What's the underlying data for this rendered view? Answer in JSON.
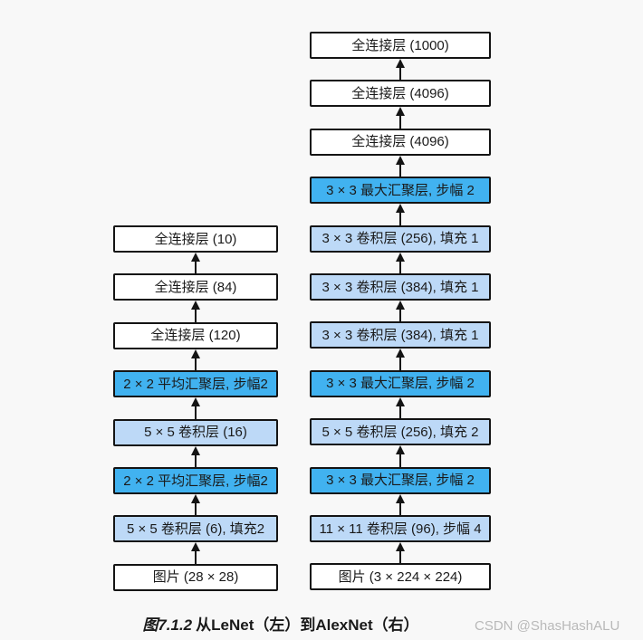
{
  "background": "#f8f8f8",
  "colors": {
    "input_fc_fill": "#ffffff",
    "conv_fill": "#bdd9f7",
    "pool_fill": "#41b2f0",
    "border": "#141414",
    "text": "#1a1a1a",
    "watermark_text": "#b9b9b9"
  },
  "diagram": {
    "left_network": {
      "name": "LeNet",
      "layers": [
        {
          "label": "全连接层 (10)",
          "type": "fc"
        },
        {
          "label": "全连接层 (84)",
          "type": "fc"
        },
        {
          "label": "全连接层 (120)",
          "type": "fc"
        },
        {
          "label": "2 × 2 平均汇聚层, 步幅2",
          "type": "pool"
        },
        {
          "label": "5 × 5 卷积层 (16)",
          "type": "conv"
        },
        {
          "label": "2 × 2 平均汇聚层, 步幅2",
          "type": "pool"
        },
        {
          "label": "5 × 5 卷积层 (6), 填充2",
          "type": "conv"
        },
        {
          "label": "图片 (28 × 28)",
          "type": "input"
        }
      ]
    },
    "right_network": {
      "name": "AlexNet",
      "layers": [
        {
          "label": "全连接层 (1000)",
          "type": "fc"
        },
        {
          "label": "全连接层 (4096)",
          "type": "fc"
        },
        {
          "label": "全连接层 (4096)",
          "type": "fc"
        },
        {
          "label": "3 × 3 最大汇聚层, 步幅 2",
          "type": "pool"
        },
        {
          "label": "3 × 3 卷积层 (256), 填充 1",
          "type": "conv"
        },
        {
          "label": "3 × 3 卷积层 (384), 填充 1",
          "type": "conv"
        },
        {
          "label": "3 × 3 卷积层 (384), 填充 1",
          "type": "conv"
        },
        {
          "label": "3 × 3 最大汇聚层, 步幅 2",
          "type": "pool"
        },
        {
          "label": "5 × 5 卷积层 (256), 填充 2",
          "type": "conv"
        },
        {
          "label": "3 × 3 最大汇聚层, 步幅 2",
          "type": "pool"
        },
        {
          "label": "11 × 11 卷积层 (96), 步幅 4",
          "type": "conv"
        },
        {
          "label": "图片 (3 × 224 × 224)",
          "type": "input"
        }
      ]
    }
  },
  "caption": {
    "figure_number": "图7.1.2",
    "text": "从LeNet（左）到AlexNet（右）"
  },
  "watermark": "CSDN @ShasHashALU"
}
